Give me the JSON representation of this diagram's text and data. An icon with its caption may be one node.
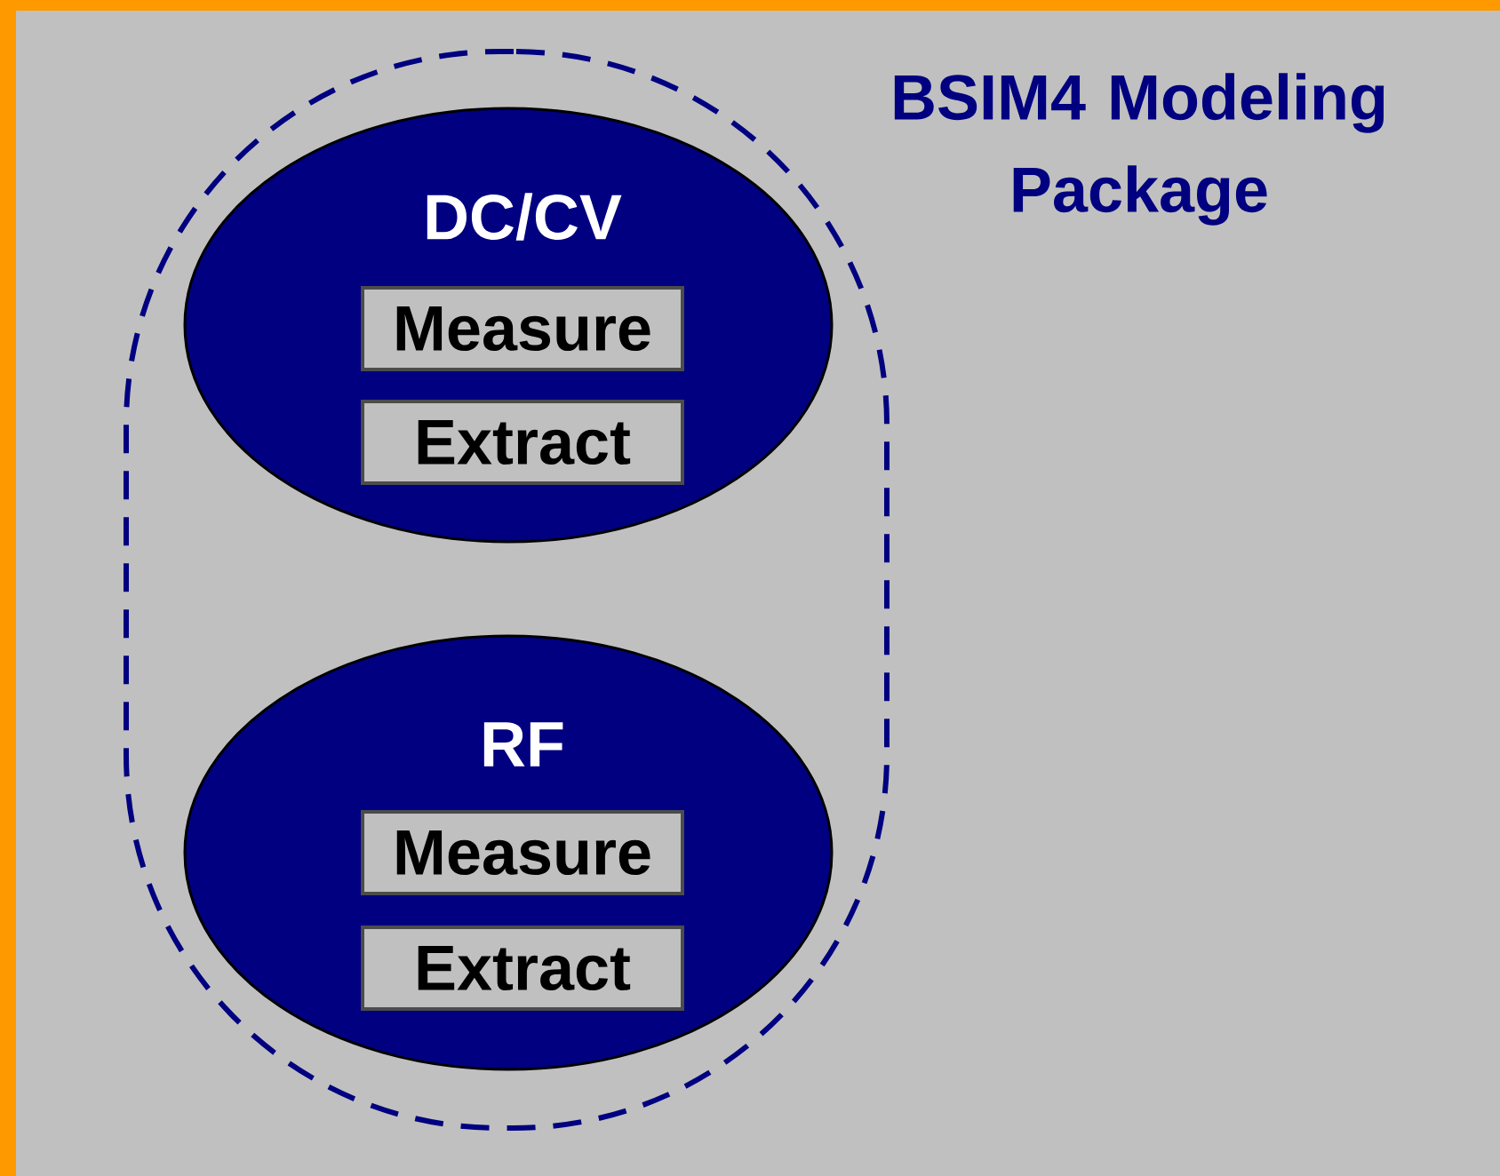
{
  "diagram": {
    "nodes": [
      {
        "text": [
          "BSIM4 Modeling Package"
        ]
      },
      {
        "text": [
          "DC/CV"
        ],
        "in": 0
      },
      {
        "text": [
          "Measure"
        ],
        "in": 1
      },
      {
        "text": [
          "Extract"
        ],
        "in": 1
      },
      {
        "text": [
          "RF"
        ],
        "in": 0
      },
      {
        "text": [
          "Measure"
        ],
        "in": 4
      },
      {
        "text": [
          "Extract"
        ],
        "in": 4
      }
    ]
  }
}
